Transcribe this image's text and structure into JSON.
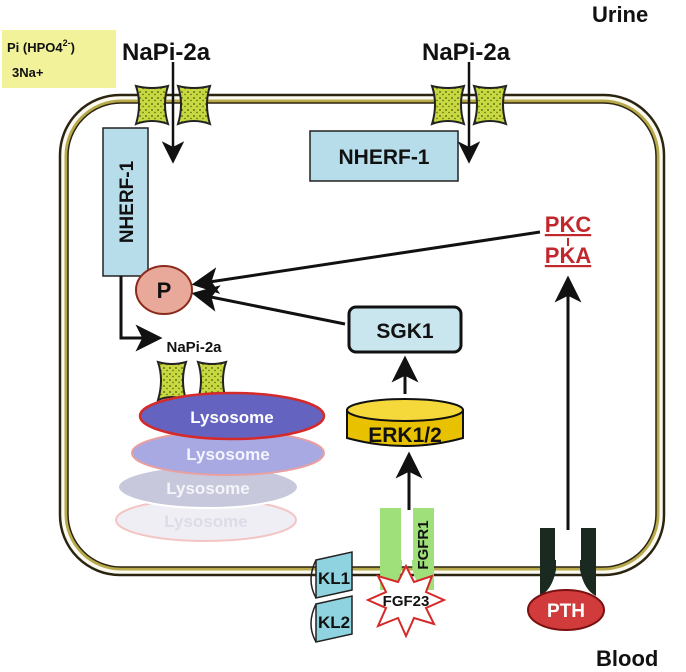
{
  "regions": {
    "top": "Urine",
    "bottom": "Blood"
  },
  "ion_box": {
    "line1": "Pi (HPO4",
    "charge": "2-",
    "line1_end": ")",
    "line2": "3Na+"
  },
  "transporter": {
    "left_label": "NaPi-2a",
    "right_label": "NaPi-2a",
    "internalized_label": "NaPi-2a"
  },
  "scaffold": {
    "vertical": "NHERF-1",
    "horizontal": "NHERF-1"
  },
  "phospho": "P",
  "kinases": {
    "pkc": "PKC",
    "pka": "PKA",
    "sgk1": "SGK1",
    "erk": "ERK1/2"
  },
  "lysosomes": [
    "Lysosome",
    "Lysosome",
    "Lysosome",
    "Lysosome"
  ],
  "receptors": {
    "kl1": "KL1",
    "kl2": "KL2",
    "fgfr1": "FGFR1",
    "fgf23": "FGF23",
    "pth": "PTH"
  },
  "colors": {
    "channel": "#c8d840",
    "box_blue": "#b7dcea",
    "pkc_red": "#c0282e",
    "erk_gold": "#e8c100",
    "pth_red": "#d23b3b",
    "green_receptor": "#9fe07a",
    "ion_box": "#f1f29a"
  }
}
